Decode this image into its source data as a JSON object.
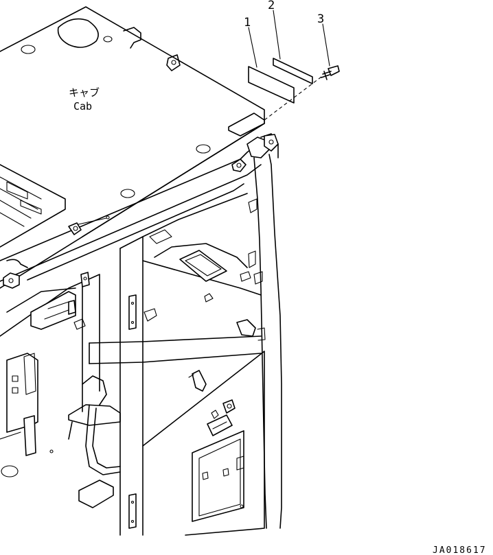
{
  "labels": {
    "cab_jp": "キャブ",
    "cab_en": "Cab",
    "drawing_code": "JA018617"
  },
  "callouts": [
    "1",
    "2",
    "3"
  ]
}
